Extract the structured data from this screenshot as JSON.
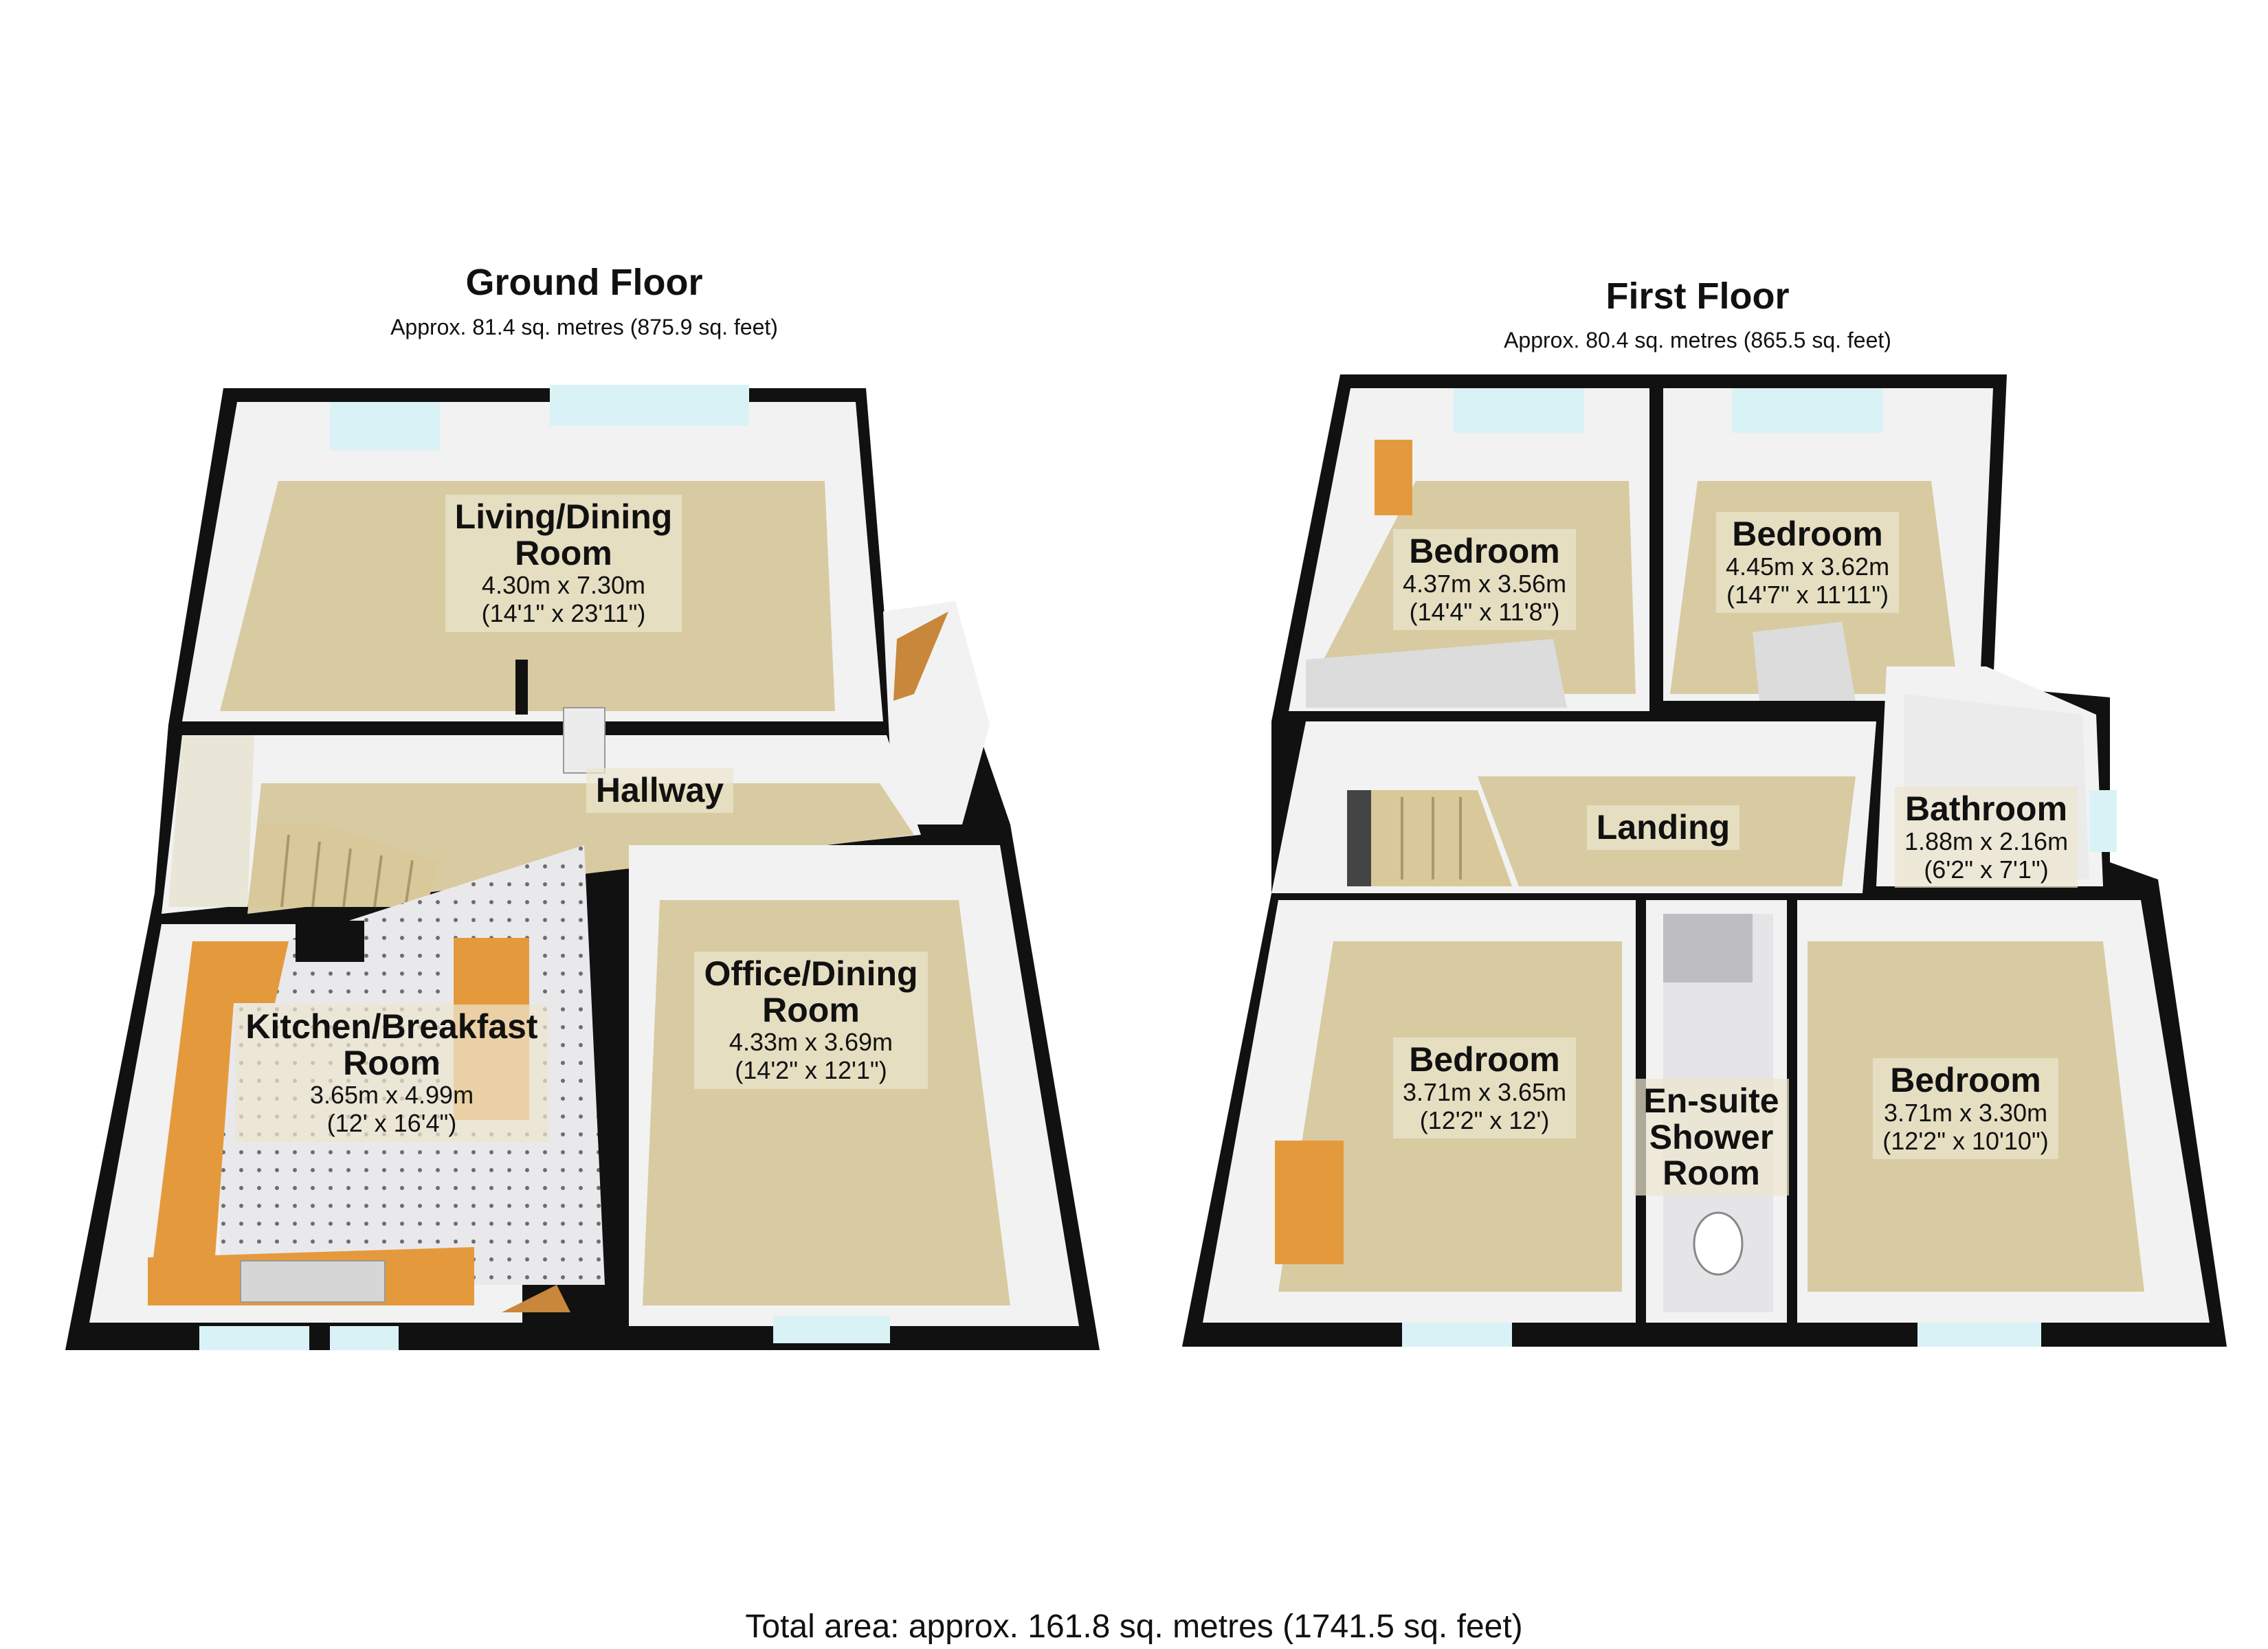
{
  "ground_floor": {
    "title": "Ground Floor",
    "area": "Approx.  81.4 sq. metres (875.9 sq. feet)",
    "rooms": [
      {
        "name": "Living/Dining",
        "name2": "Room",
        "metric": "4.30m x 7.30m",
        "imperial": "(14'1\" x 23'11\")"
      },
      {
        "name": "Hallway",
        "name2": "",
        "metric": "",
        "imperial": ""
      },
      {
        "name": "Kitchen/Breakfast",
        "name2": "Room",
        "metric": "3.65m x 4.99m",
        "imperial": "(12' x 16'4\")"
      },
      {
        "name": "Office/Dining",
        "name2": "Room",
        "metric": "4.33m x 3.69m",
        "imperial": "(14'2\" x 12'1\")"
      }
    ]
  },
  "first_floor": {
    "title": "First Floor",
    "area": "Approx.  80.4 sq. metres (865.5 sq. feet)",
    "rooms": [
      {
        "name": "Bedroom",
        "name2": "",
        "metric": "4.37m x 3.56m",
        "imperial": "(14'4\" x 11'8\")"
      },
      {
        "name": "Bedroom",
        "name2": "",
        "metric": "4.45m x 3.62m",
        "imperial": "(14'7\" x 11'11\")"
      },
      {
        "name": "Landing",
        "name2": "",
        "metric": "",
        "imperial": ""
      },
      {
        "name": "Bathroom",
        "name2": "",
        "metric": "1.88m x 2.16m",
        "imperial": "(6'2\" x 7'1\")"
      },
      {
        "name": "Bedroom",
        "name2": "",
        "metric": "3.71m x 3.65m",
        "imperial": "(12'2\" x 12')"
      },
      {
        "name": "En-suite",
        "name2": "Shower",
        "name3": "Room",
        "metric": "",
        "imperial": ""
      },
      {
        "name": "Bedroom",
        "name2": "",
        "metric": "3.71m x 3.30m",
        "imperial": "(12'2\" x 10'10\")"
      }
    ]
  },
  "total_area": "Total area: approx. 161.8 sq. metres (1741.5 sq. feet)",
  "colors": {
    "wall": "#000000",
    "carpet": "#d8cba2",
    "wall_face": "#f1f1f1",
    "worktop": "#e49a3c",
    "tile": "#e8e8ea",
    "window": "#d9f2f5"
  }
}
